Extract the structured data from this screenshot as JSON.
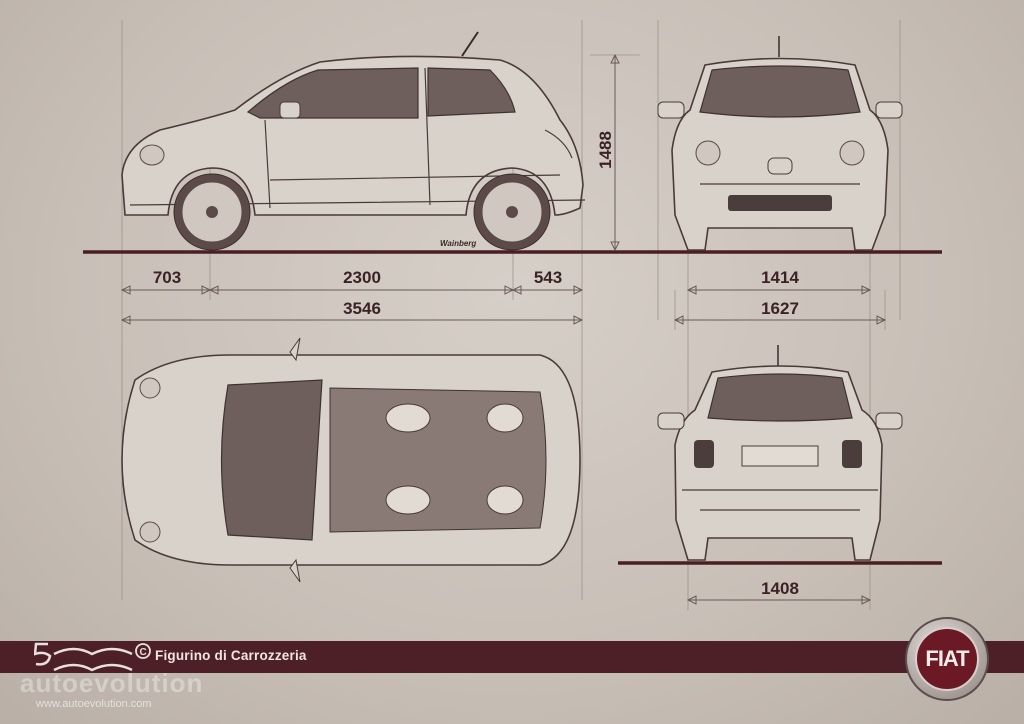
{
  "dimensions": {
    "front_overhang": "703",
    "wheelbase": "2300",
    "rear_overhang": "543",
    "length": "3546",
    "height": "1488",
    "front_track": "1414",
    "width": "1627",
    "rear_track": "1408"
  },
  "signature": "Wainberg",
  "footer": {
    "model_logo": "500©",
    "title": "Figurino di Carrozzeria",
    "watermark": "autoevolution",
    "url": "www.autoevolution.com",
    "brand_logo": "FIAT"
  },
  "colors": {
    "band": "#4d1f26",
    "background": "#c8bfb7",
    "lines": "#4a1f24"
  }
}
